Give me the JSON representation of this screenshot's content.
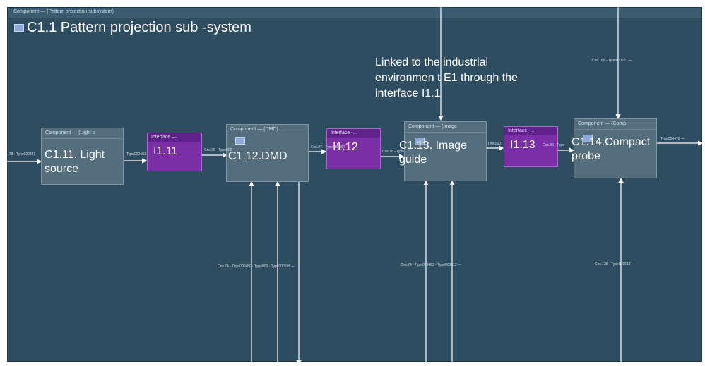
{
  "frame": {
    "header": "Component — (Pattern projection subsystem)",
    "title": "C1.1 Pattern projection sub    -system"
  },
  "annotation": {
    "lines": [
      "Linked to the industrial",
      "environmen t E1 through the",
      "interface I1.1"
    ]
  },
  "components": [
    {
      "id": "c111",
      "header": "Component — (Light s",
      "label_lines": [
        "C1.11. Light",
        "source"
      ]
    },
    {
      "id": "c112",
      "header": "Component — (DMD)",
      "label_lines": [
        "C1.12.DMD"
      ]
    },
    {
      "id": "c113",
      "header": "Component — (Image",
      "label_lines": [
        "C1.13. Image",
        "guide"
      ]
    },
    {
      "id": "c114",
      "header": "Component — (Comp",
      "label_lines": [
        "C1.14.Compact",
        "probe"
      ]
    }
  ],
  "interfaces": [
    {
      "id": "i111",
      "header": "Interface —",
      "label": "I1.11"
    },
    {
      "id": "i112",
      "header": "Interface -...",
      "label": "I1.12"
    },
    {
      "id": "i113",
      "header": "Interface -...",
      "label": "I1.13"
    }
  ],
  "connector_labels": [
    "..78 - Type000481",
    "Type000481",
    "Cns.26 - Type000",
    "Cns.27 - Type000480",
    "Cns.28 - Type",
    "Type000",
    "Cns.30 - Type",
    "Type000479 —",
    "Cns.74 - Type000480 - Type000 - Type000508 —",
    "Cns.24 - Type000483 - Type000512 —",
    "Cns.138 - Type000513 —",
    "Cns.188 - Type000521 —"
  ]
}
